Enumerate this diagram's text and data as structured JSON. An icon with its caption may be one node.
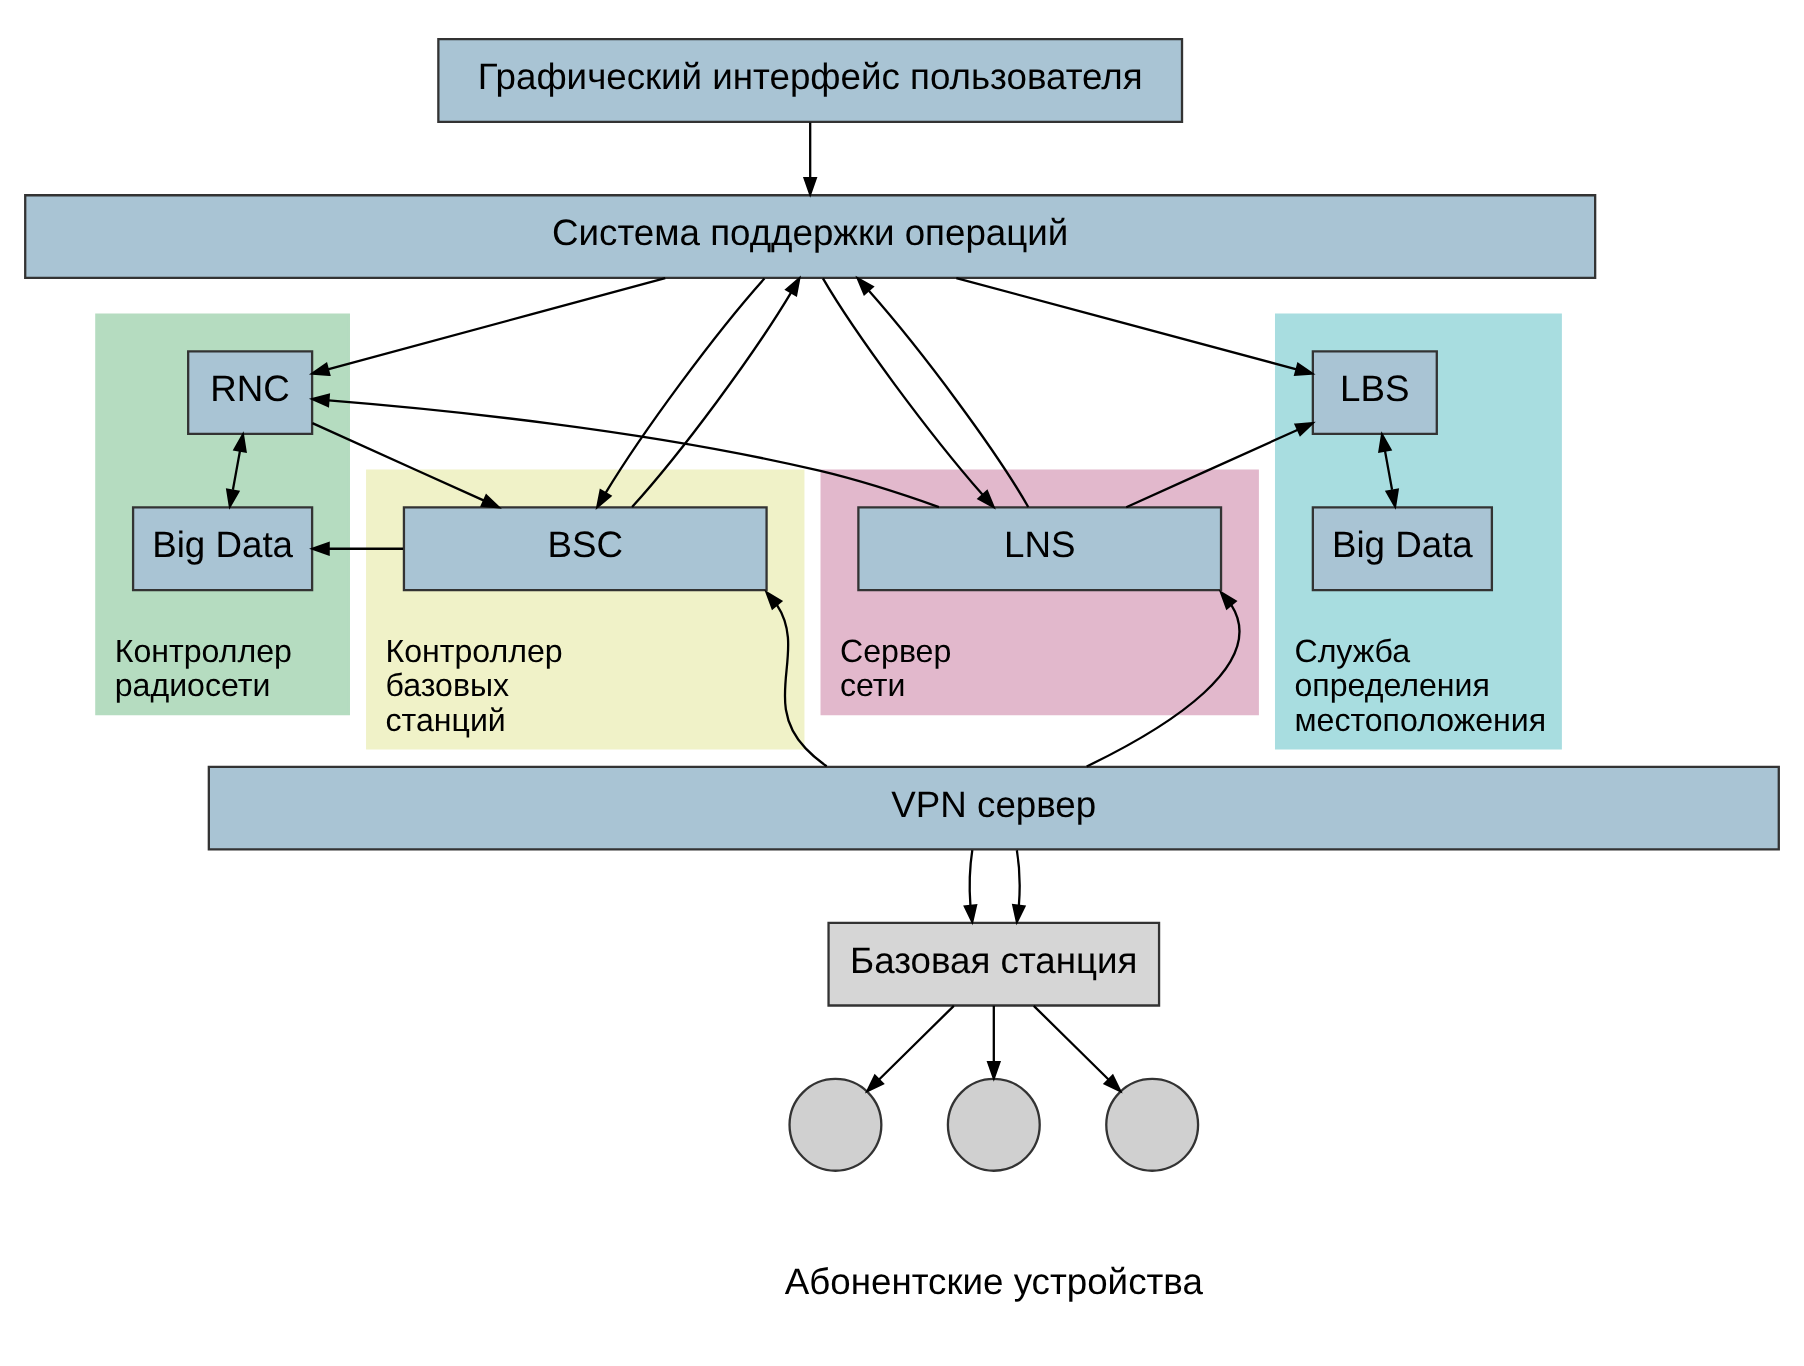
{
  "diagram": {
    "nodes": [
      {
        "text": [
          "Графический интерфейс пользователя"
        ]
      },
      {
        "text": [
          "Система поддержки операций"
        ]
      },
      {
        "text": [
          "Контроллер базовых станций"
        ]
      },
      {
        "text": [
          "BSC"
        ],
        "in": 2
      },
      {
        "text": [
          "Контроллер радиосети"
        ]
      },
      {
        "text": [
          "RNC"
        ],
        "in": 4
      },
      {
        "text": [
          "Big Data"
        ],
        "in": 4
      },
      {
        "text": [
          "Служба определения местоположения"
        ]
      },
      {
        "text": [
          "LBS"
        ],
        "in": 7
      },
      {
        "text": [
          "Big Data"
        ],
        "in": 7
      },
      {
        "text": [
          "Сервер сети"
        ]
      },
      {
        "text": [
          "LNS"
        ],
        "in": 10
      },
      {
        "text": [
          "VPN сервер"
        ]
      },
      {
        "text": [
          "Базовая станция"
        ]
      },
      {
        "text": [],
        "shape": "circle"
      },
      {
        "text": [],
        "shape": "circle"
      },
      {
        "text": [],
        "shape": "circle"
      }
    ],
    "edges": [
      {
        "from": 0,
        "to": 1,
        "arrow": "to"
      },
      {
        "from": 1,
        "to": 3,
        "arrow": "to"
      },
      {
        "from": 3,
        "to": 1,
        "arrow": "to"
      },
      {
        "from": 1,
        "to": 5,
        "arrow": "to"
      },
      {
        "from": 1,
        "to": 8,
        "arrow": "to"
      },
      {
        "from": 1,
        "to": 11,
        "arrow": "to"
      },
      {
        "from": 11,
        "to": 1,
        "arrow": "to"
      },
      {
        "from": 5,
        "to": 3,
        "arrow": "to"
      },
      {
        "from": 3,
        "to": 6,
        "arrow": "to"
      },
      {
        "from": 5,
        "to": 6,
        "arrow": "both"
      },
      {
        "from": 8,
        "to": 9,
        "arrow": "both"
      },
      {
        "from": 11,
        "to": 5,
        "arrow": "to"
      },
      {
        "from": 11,
        "to": 8,
        "arrow": "to"
      },
      {
        "from": 12,
        "to": 3,
        "arrow": "to"
      },
      {
        "from": 12,
        "to": 11,
        "arrow": "to"
      },
      {
        "from": 12,
        "to": 13,
        "arrow": "to"
      },
      {
        "from": 12,
        "to": 13,
        "arrow": "to"
      },
      {
        "from": 13,
        "to": 14,
        "arrow": "to"
      },
      {
        "from": 13,
        "to": 15,
        "arrow": "to"
      },
      {
        "from": 13,
        "to": 16,
        "arrow": "to"
      }
    ],
    "labels": [
      "Абонентские устройства"
    ]
  }
}
